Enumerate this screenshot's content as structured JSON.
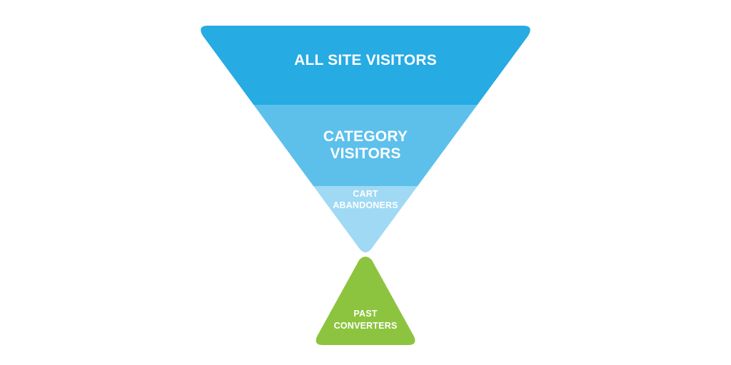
{
  "funnel": {
    "stages": [
      {
        "line1": "ALL SITE VISITORS",
        "line2": ""
      },
      {
        "line1": "CATEGORY",
        "line2": "VISITORS"
      },
      {
        "line1": "CART",
        "line2": "ABANDONERS"
      }
    ],
    "converters": {
      "line1": "PAST",
      "line2": "CONVERTERS"
    }
  },
  "colors": {
    "stage_all": "#26abe3",
    "stage_category": "#5cc0eb",
    "stage_cart": "#9fd9f4",
    "converters": "#8dc43f",
    "label": "#ffffff"
  }
}
